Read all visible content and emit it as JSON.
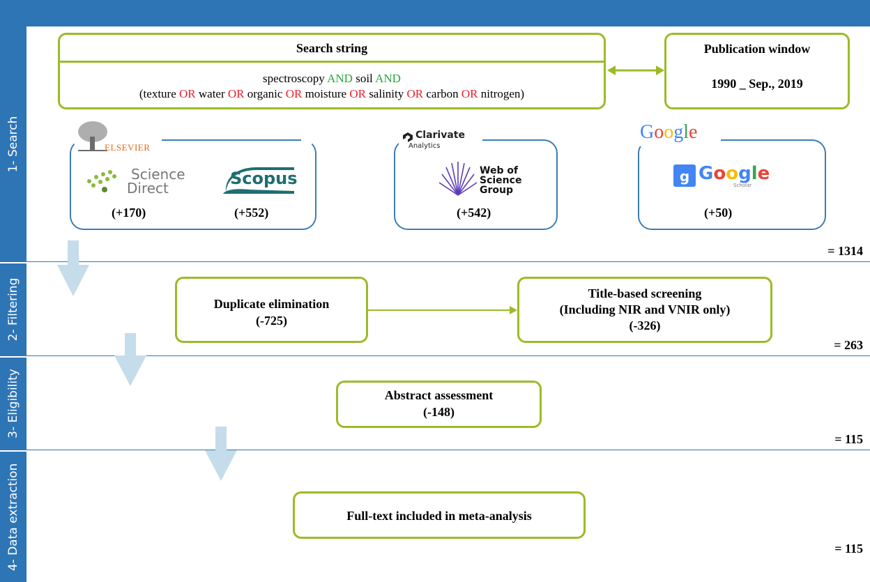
{
  "phases": [
    {
      "label": "1- Search",
      "total": "= 1314"
    },
    {
      "label": "2- Filtering",
      "total": "= 263"
    },
    {
      "label": "3- Eligibility",
      "total": "= 115"
    },
    {
      "label": "4- Data extraction",
      "total": "= 115"
    }
  ],
  "search": {
    "title": "Search string",
    "line1": {
      "t1": "spectroscopy ",
      "and1": "AND",
      "t2": " soil ",
      "and2": "AND"
    },
    "line2": {
      "open": "(texture ",
      "or1": "OR",
      "w1": " water ",
      "or2": "OR",
      "w2": " organic ",
      "or3": "OR",
      "w3": " moisture ",
      "or4": "OR",
      "w4": " salinity ",
      "or5": "OR",
      "w5": " carbon ",
      "or6": "OR",
      "w6": " nitrogen)"
    }
  },
  "window": {
    "title": "Publication window",
    "value": "1990 _ Sep., 2019"
  },
  "sources": {
    "elsevier": {
      "publisher": "ELSEVIER",
      "science": "Science",
      "direct": "Direct",
      "sd_count": "(+170)",
      "scopus": "Scopus",
      "scopus_count": "(+552)"
    },
    "clarivate": {
      "name": "Clarivate",
      "sub": "Analytics",
      "wos1": "Web of",
      "wos2": "Science",
      "wos3": "Group",
      "count": "(+542)"
    },
    "google": {
      "name": "Google",
      "scholar": "Google",
      "scholar_sub": "Scholar",
      "count": "(+50)"
    }
  },
  "filtering": {
    "dup_title": "Duplicate elimination",
    "dup_count": "(-725)",
    "title_screen": "Title-based screening",
    "title_sub": "(Including NIR and VNIR only)",
    "title_count": "(-326)"
  },
  "eligibility": {
    "title": "Abstract assessment",
    "count": "(-148)"
  },
  "extraction": {
    "title": "Full-text included in meta-analysis"
  },
  "colors": {
    "band": "#2e75b6",
    "box_border": "#9bbb27",
    "source_border": "#3d7db3",
    "and": "#22a83a",
    "or": "#e8202a",
    "arrow": "#c5dcea"
  }
}
